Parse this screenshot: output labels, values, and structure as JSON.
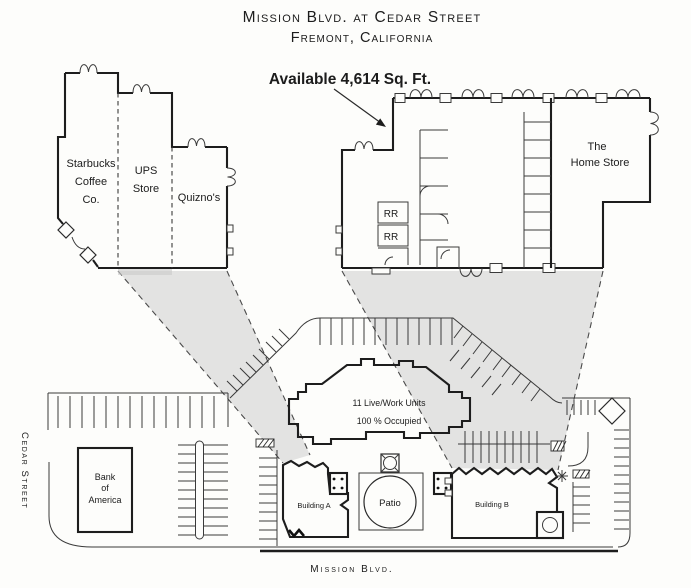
{
  "header": {
    "title_line1": "Mission Blvd. at Cedar Street",
    "title_line2": "Fremont, California",
    "available": "Available 4,614 Sq. Ft."
  },
  "left_building": {
    "tenants": [
      {
        "name": "Starbucks Coffee Co.",
        "lines": [
          "Starbucks",
          "Coffee",
          "Co."
        ]
      },
      {
        "name": "UPS Store",
        "lines": [
          "UPS",
          "Store"
        ]
      },
      {
        "name": "Quizno's",
        "lines": [
          "Quizno's"
        ]
      }
    ]
  },
  "right_building": {
    "restrooms": [
      "RR",
      "RR"
    ],
    "tenant": {
      "name": "The Home Store",
      "lines": [
        "The",
        "Home Store"
      ]
    }
  },
  "site_plan": {
    "live_work": {
      "line1": "11 Live/Work Units",
      "line2": "100 % Occupied"
    },
    "bank": {
      "name": "Bank of America",
      "lines": [
        "Bank",
        "of",
        "America"
      ]
    },
    "building_a": "Building A",
    "building_b": "Building B",
    "patio": "Patio"
  },
  "streets": {
    "west": "Cedar Street",
    "south": "Mission Blvd."
  },
  "colors": {
    "line": "#2a2a2a",
    "shade": "#c9c9c9",
    "background": "#fdfdfb"
  }
}
